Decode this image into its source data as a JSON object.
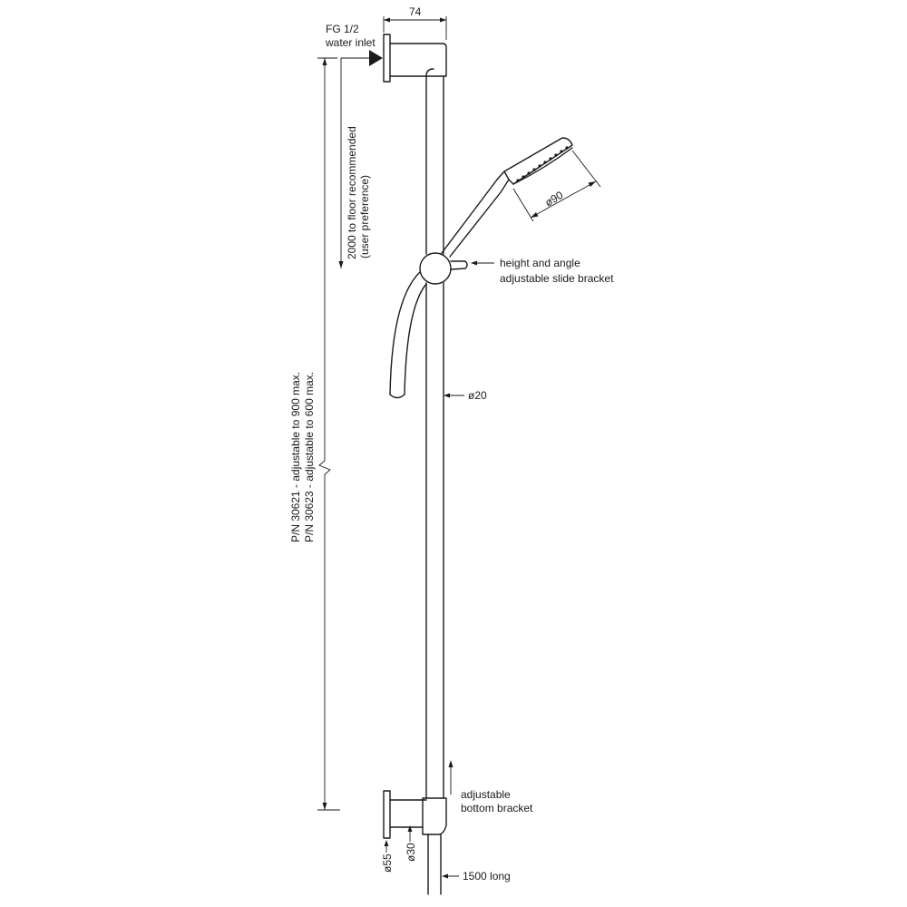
{
  "colors": {
    "line": "#1a1a1a",
    "background": "#ffffff"
  },
  "labels": {
    "top_width": "74",
    "inlet_line1": "FG 1/2",
    "inlet_line2": "water inlet",
    "floor_line1": "2000 to floor recommended",
    "floor_line2": "(user preference)",
    "handshower_dia": "ø90",
    "bracket_line1": "height and angle",
    "bracket_line2": "adjustable slide bracket",
    "rail_dia": "ø20",
    "pn_line1": "P/N 30621 - adjustable to 900 max.",
    "pn_line2": "P/N 30623 - adjustable to 600 max.",
    "bottom_line1": "adjustable",
    "bottom_line2": "bottom bracket",
    "flange_dia": "ø55",
    "hose_outlet_dia": "ø30",
    "hose_length": "1500 long"
  }
}
